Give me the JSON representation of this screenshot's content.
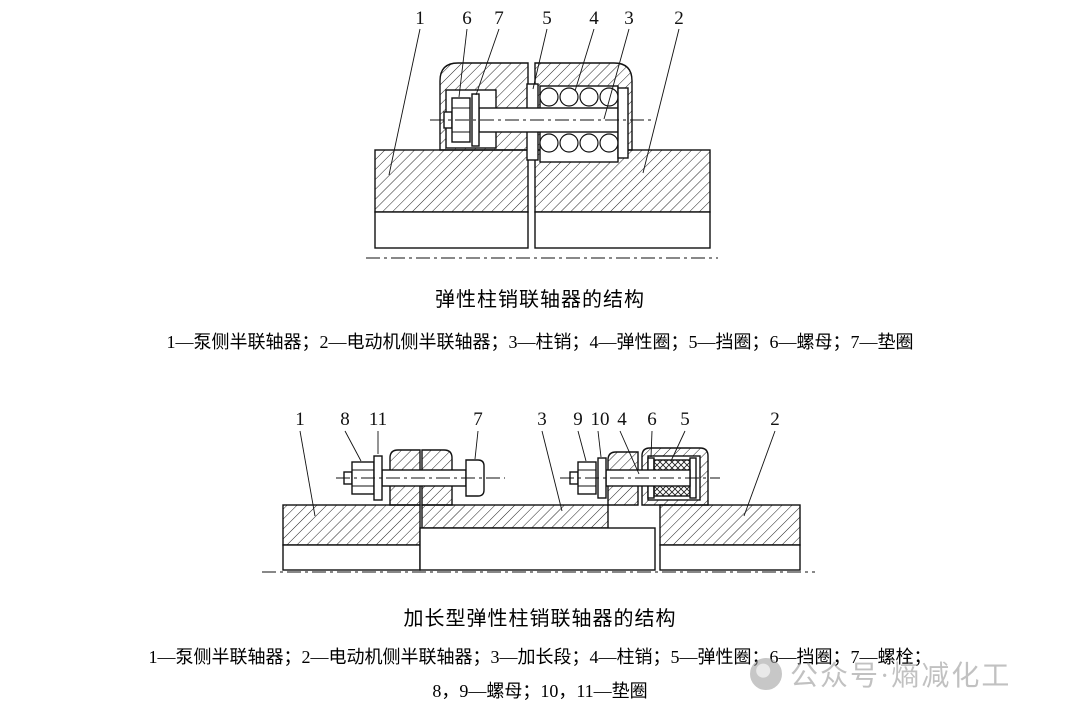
{
  "diagram1": {
    "title": "弹性柱销联轴器的结构",
    "caption": "1—泵侧半联轴器；2—电动机侧半联轴器；3—柱销；4—弹性圈；5—挡圈；6—螺母；7—垫圈",
    "labels": [
      "1",
      "6",
      "7",
      "5",
      "4",
      "3",
      "2"
    ]
  },
  "diagram2": {
    "title": "加长型弹性柱销联轴器的结构",
    "caption_line1": "1—泵侧半联轴器；2—电动机侧半联轴器；3—加长段；4—柱销；5—弹性圈；6—挡圈；7—螺栓；",
    "caption_line2": "8，9—螺母；10，11—垫圈",
    "labels": [
      "1",
      "8",
      "11",
      "7",
      "3",
      "9",
      "10",
      "4",
      "6",
      "5",
      "2"
    ]
  },
  "watermark": {
    "text": "公众号·熵减化工"
  },
  "colors": {
    "line": "#111111",
    "background": "#ffffff",
    "watermark_gray": "#8f8f8f"
  }
}
